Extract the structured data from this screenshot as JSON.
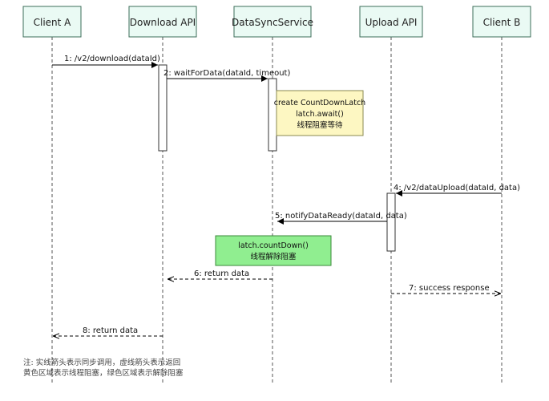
{
  "actors": [
    {
      "id": "client-a",
      "label": "Client A"
    },
    {
      "id": "download-api",
      "label": "Download API"
    },
    {
      "id": "data-sync-service",
      "label": "DataSyncService"
    },
    {
      "id": "upload-api",
      "label": "Upload API"
    },
    {
      "id": "client-b",
      "label": "Client B"
    }
  ],
  "messages": [
    {
      "id": "m1",
      "label": "1: /v2/download(dataId)",
      "from": "client-a",
      "to": "download-api",
      "style": "solid"
    },
    {
      "id": "m2",
      "label": "2: waitForData(dataId, timeout)",
      "from": "download-api",
      "to": "data-sync-service",
      "style": "solid"
    },
    {
      "id": "m4",
      "label": "4: /v2/dataUpload(dataId, data)",
      "from": "client-b",
      "to": "upload-api",
      "style": "solid"
    },
    {
      "id": "m5",
      "label": "5: notifyDataReady(dataId, data)",
      "from": "upload-api",
      "to": "data-sync-service",
      "style": "solid"
    },
    {
      "id": "m6",
      "label": "6: return data",
      "from": "data-sync-service",
      "to": "download-api",
      "style": "dashed"
    },
    {
      "id": "m7",
      "label": "7: success response",
      "from": "upload-api",
      "to": "client-b",
      "style": "dashed"
    },
    {
      "id": "m8",
      "label": "8: return data",
      "from": "download-api",
      "to": "client-a",
      "style": "dashed"
    }
  ],
  "notes": {
    "block": {
      "lines": [
        "create CountDownLatch",
        "latch.await()",
        "线程阻塞等待"
      ],
      "color": "yellow"
    },
    "unblock": {
      "lines": [
        "latch.countDown()",
        "线程解除阻塞"
      ],
      "color": "green"
    }
  },
  "footnote": {
    "line1": "注: 实线箭头表示同步调用，虚线箭头表示返回",
    "line2": "黄色区域表示线程阻塞，绿色区域表示解除阻塞"
  }
}
